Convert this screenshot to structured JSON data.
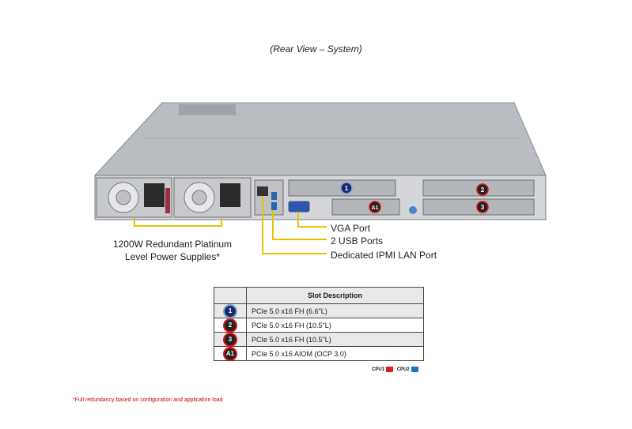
{
  "header": {
    "view_title": "(Rear View – System)"
  },
  "callouts": {
    "psu_line1": "1200W Redundant Platinum",
    "psu_line2": "Level Power Supplies*",
    "vga": "VGA Port",
    "usb": "2 USB Ports",
    "lan": "Dedicated IPMI LAN Port",
    "line_color": "#e8c200"
  },
  "slot_table": {
    "header": "Slot Description",
    "rows": [
      {
        "badge": "1",
        "desc": "PCIe 5.0 x16 FH (6.6\"L)",
        "cpu": "cpu2"
      },
      {
        "badge": "2",
        "desc": "PCIe 5.0 x16 FH (10.5\"L)",
        "cpu": "cpu1"
      },
      {
        "badge": "3",
        "desc": "PCIe 5.0 x16 FH (10.5\"L)",
        "cpu": "cpu1"
      },
      {
        "badge": "A1",
        "desc": "PCIe 5.0 x16 AIOM (OCP 3.0)",
        "cpu": "cpu1"
      }
    ]
  },
  "legend": {
    "cpu1_label": "CPU1",
    "cpu1_color": "#e0201c",
    "cpu2_label": "CPU2",
    "cpu2_color": "#1f6fc4"
  },
  "footnote": "*Full redundancy based on configuration and application load"
}
